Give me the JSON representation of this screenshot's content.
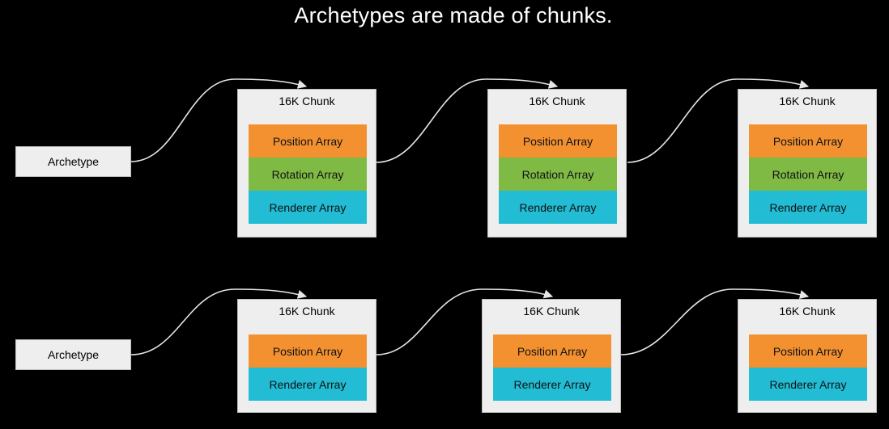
{
  "title": "Archetypes are made of chunks.",
  "colors": {
    "background": "#000000",
    "box_fill": "#eeeeee",
    "position_array": "#f39131",
    "rotation_array": "#7fba45",
    "renderer_array": "#22bcd4",
    "connector": "#e6e6e6"
  },
  "rows": [
    {
      "archetype_label": "Archetype",
      "chunks": [
        {
          "label": "16K Chunk",
          "arrays": [
            {
              "kind": "position",
              "label": "Position Array"
            },
            {
              "kind": "rotation",
              "label": "Rotation Array"
            },
            {
              "kind": "renderer",
              "label": "Renderer Array"
            }
          ]
        },
        {
          "label": "16K Chunk",
          "arrays": [
            {
              "kind": "position",
              "label": "Position Array"
            },
            {
              "kind": "rotation",
              "label": "Rotation Array"
            },
            {
              "kind": "renderer",
              "label": "Renderer Array"
            }
          ]
        },
        {
          "label": "16K Chunk",
          "arrays": [
            {
              "kind": "position",
              "label": "Position Array"
            },
            {
              "kind": "rotation",
              "label": "Rotation Array"
            },
            {
              "kind": "renderer",
              "label": "Renderer Array"
            }
          ]
        }
      ]
    },
    {
      "archetype_label": "Archetype",
      "chunks": [
        {
          "label": "16K Chunk",
          "arrays": [
            {
              "kind": "position",
              "label": "Position Array"
            },
            {
              "kind": "renderer",
              "label": "Renderer Array"
            }
          ]
        },
        {
          "label": "16K Chunk",
          "arrays": [
            {
              "kind": "position",
              "label": "Position Array"
            },
            {
              "kind": "renderer",
              "label": "Renderer Array"
            }
          ]
        },
        {
          "label": "16K Chunk",
          "arrays": [
            {
              "kind": "position",
              "label": "Position Array"
            },
            {
              "kind": "renderer",
              "label": "Renderer Array"
            }
          ]
        }
      ]
    }
  ]
}
